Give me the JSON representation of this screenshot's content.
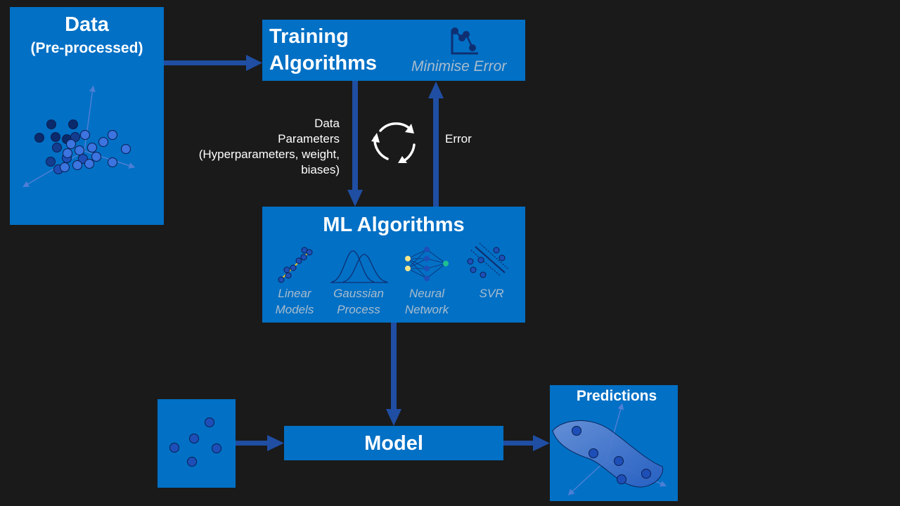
{
  "data_box": {
    "title": "Data",
    "subtitle": "(Pre-processed)"
  },
  "training_box": {
    "title_line1": "Training",
    "title_line2": "Algorithms",
    "note": "Minimise Error",
    "icon": "line-chart-icon"
  },
  "edge_labels": {
    "down_line1": "Data",
    "down_line2": "Parameters",
    "down_line3": "(Hyperparameters, weight,",
    "down_line4": "biases)",
    "up": "Error",
    "cycle_icon": "refresh-cycle-icon"
  },
  "ml_box": {
    "title": "ML Algorithms",
    "algorithms": [
      {
        "line1": "Linear",
        "line2": "Models",
        "icon": "linear-regression-icon"
      },
      {
        "line1": "Gaussian",
        "line2": "Process",
        "icon": "gaussian-curve-icon"
      },
      {
        "line1": "Neural",
        "line2": "Network",
        "icon": "neural-network-icon"
      },
      {
        "line1": "SVR",
        "line2": "",
        "icon": "svr-icon"
      }
    ]
  },
  "model_box": {
    "title": "Model"
  },
  "predictions_box": {
    "title": "Predictions"
  },
  "colors": {
    "background": "#1a1a1a",
    "box_blue": "#0270c5",
    "arrow_blue": "#1f4ea3",
    "dot_dark": "#0b2a6b",
    "dot_mid": "#1e4fb8",
    "dot_light": "#3c74e0",
    "muted_text": "#a9bccd"
  }
}
